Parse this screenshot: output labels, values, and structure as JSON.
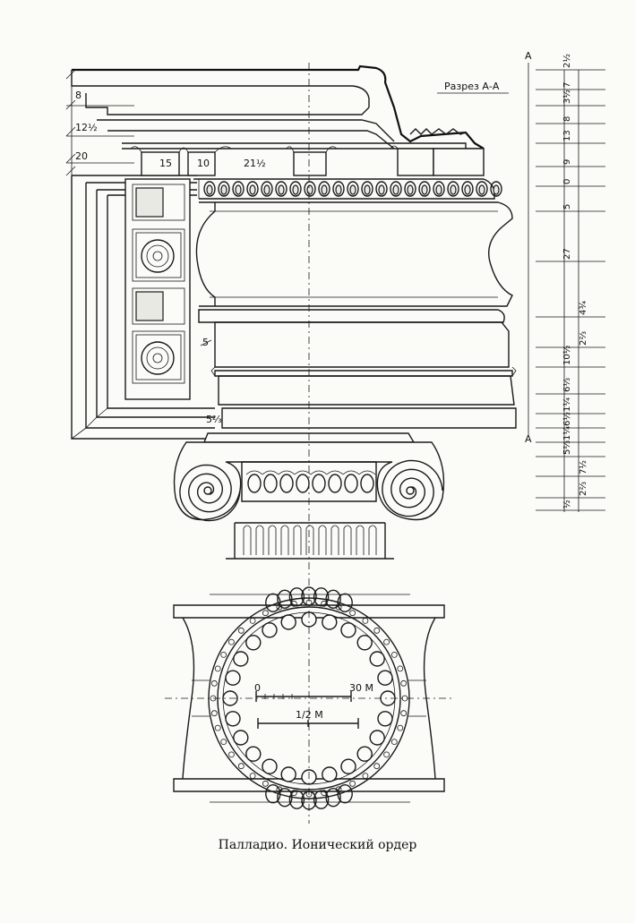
{
  "caption": "Палладио. Ионический ордер",
  "section_label": "Разрез А-А",
  "section_marker": "А",
  "left_dims": [
    "8",
    "12½",
    "20"
  ],
  "modillion_dims": [
    "15",
    "10",
    "21½"
  ],
  "small_dims": [
    "5",
    "5⅔"
  ],
  "right_dims": [
    "2½",
    "7",
    "3½",
    "8",
    "13",
    "9",
    "0",
    "5",
    "27",
    "4¾",
    "2⅔",
    "10½",
    "6⅓",
    "1¼",
    "6½",
    "1¼",
    "5⅔",
    "7½",
    "2⅔",
    "½"
  ],
  "scale_start": "0",
  "scale_end": "30 M",
  "scale_half": "1/2 M"
}
